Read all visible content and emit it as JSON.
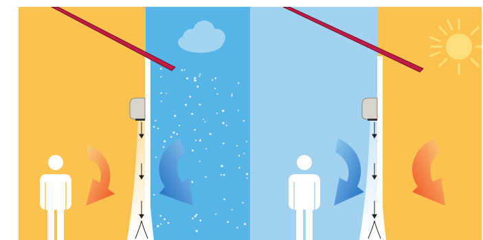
{
  "panels": [
    {
      "scene": "winter",
      "indoor_color": "#fbc24f",
      "outdoor_color": "#57b4e6",
      "indoor_arrow": "warm",
      "outdoor_arrow": "cold",
      "sky_icon": "cloud-icon",
      "precipitation": "snow"
    },
    {
      "scene": "summer",
      "indoor_color": "#a2d2f0",
      "outdoor_color": "#fbc24f",
      "indoor_arrow": "cold",
      "outdoor_arrow": "warm",
      "sky_icon": "sun-icon",
      "precipitation": "none"
    }
  ],
  "colors": {
    "roof": "#c21b46",
    "roof_edge": "#6a0f24",
    "warm_arrow_start": "#fbd27d",
    "warm_arrow_end": "#ee4e1f",
    "cold_arrow_start": "#8fc9ef",
    "cold_arrow_end": "#1d6bbf",
    "air_curtain_unit": "#d8d4cb",
    "person": "#ffffff",
    "cloud": "#a3d5f2",
    "sun": "#fde07c",
    "snow": "#ffffff"
  }
}
